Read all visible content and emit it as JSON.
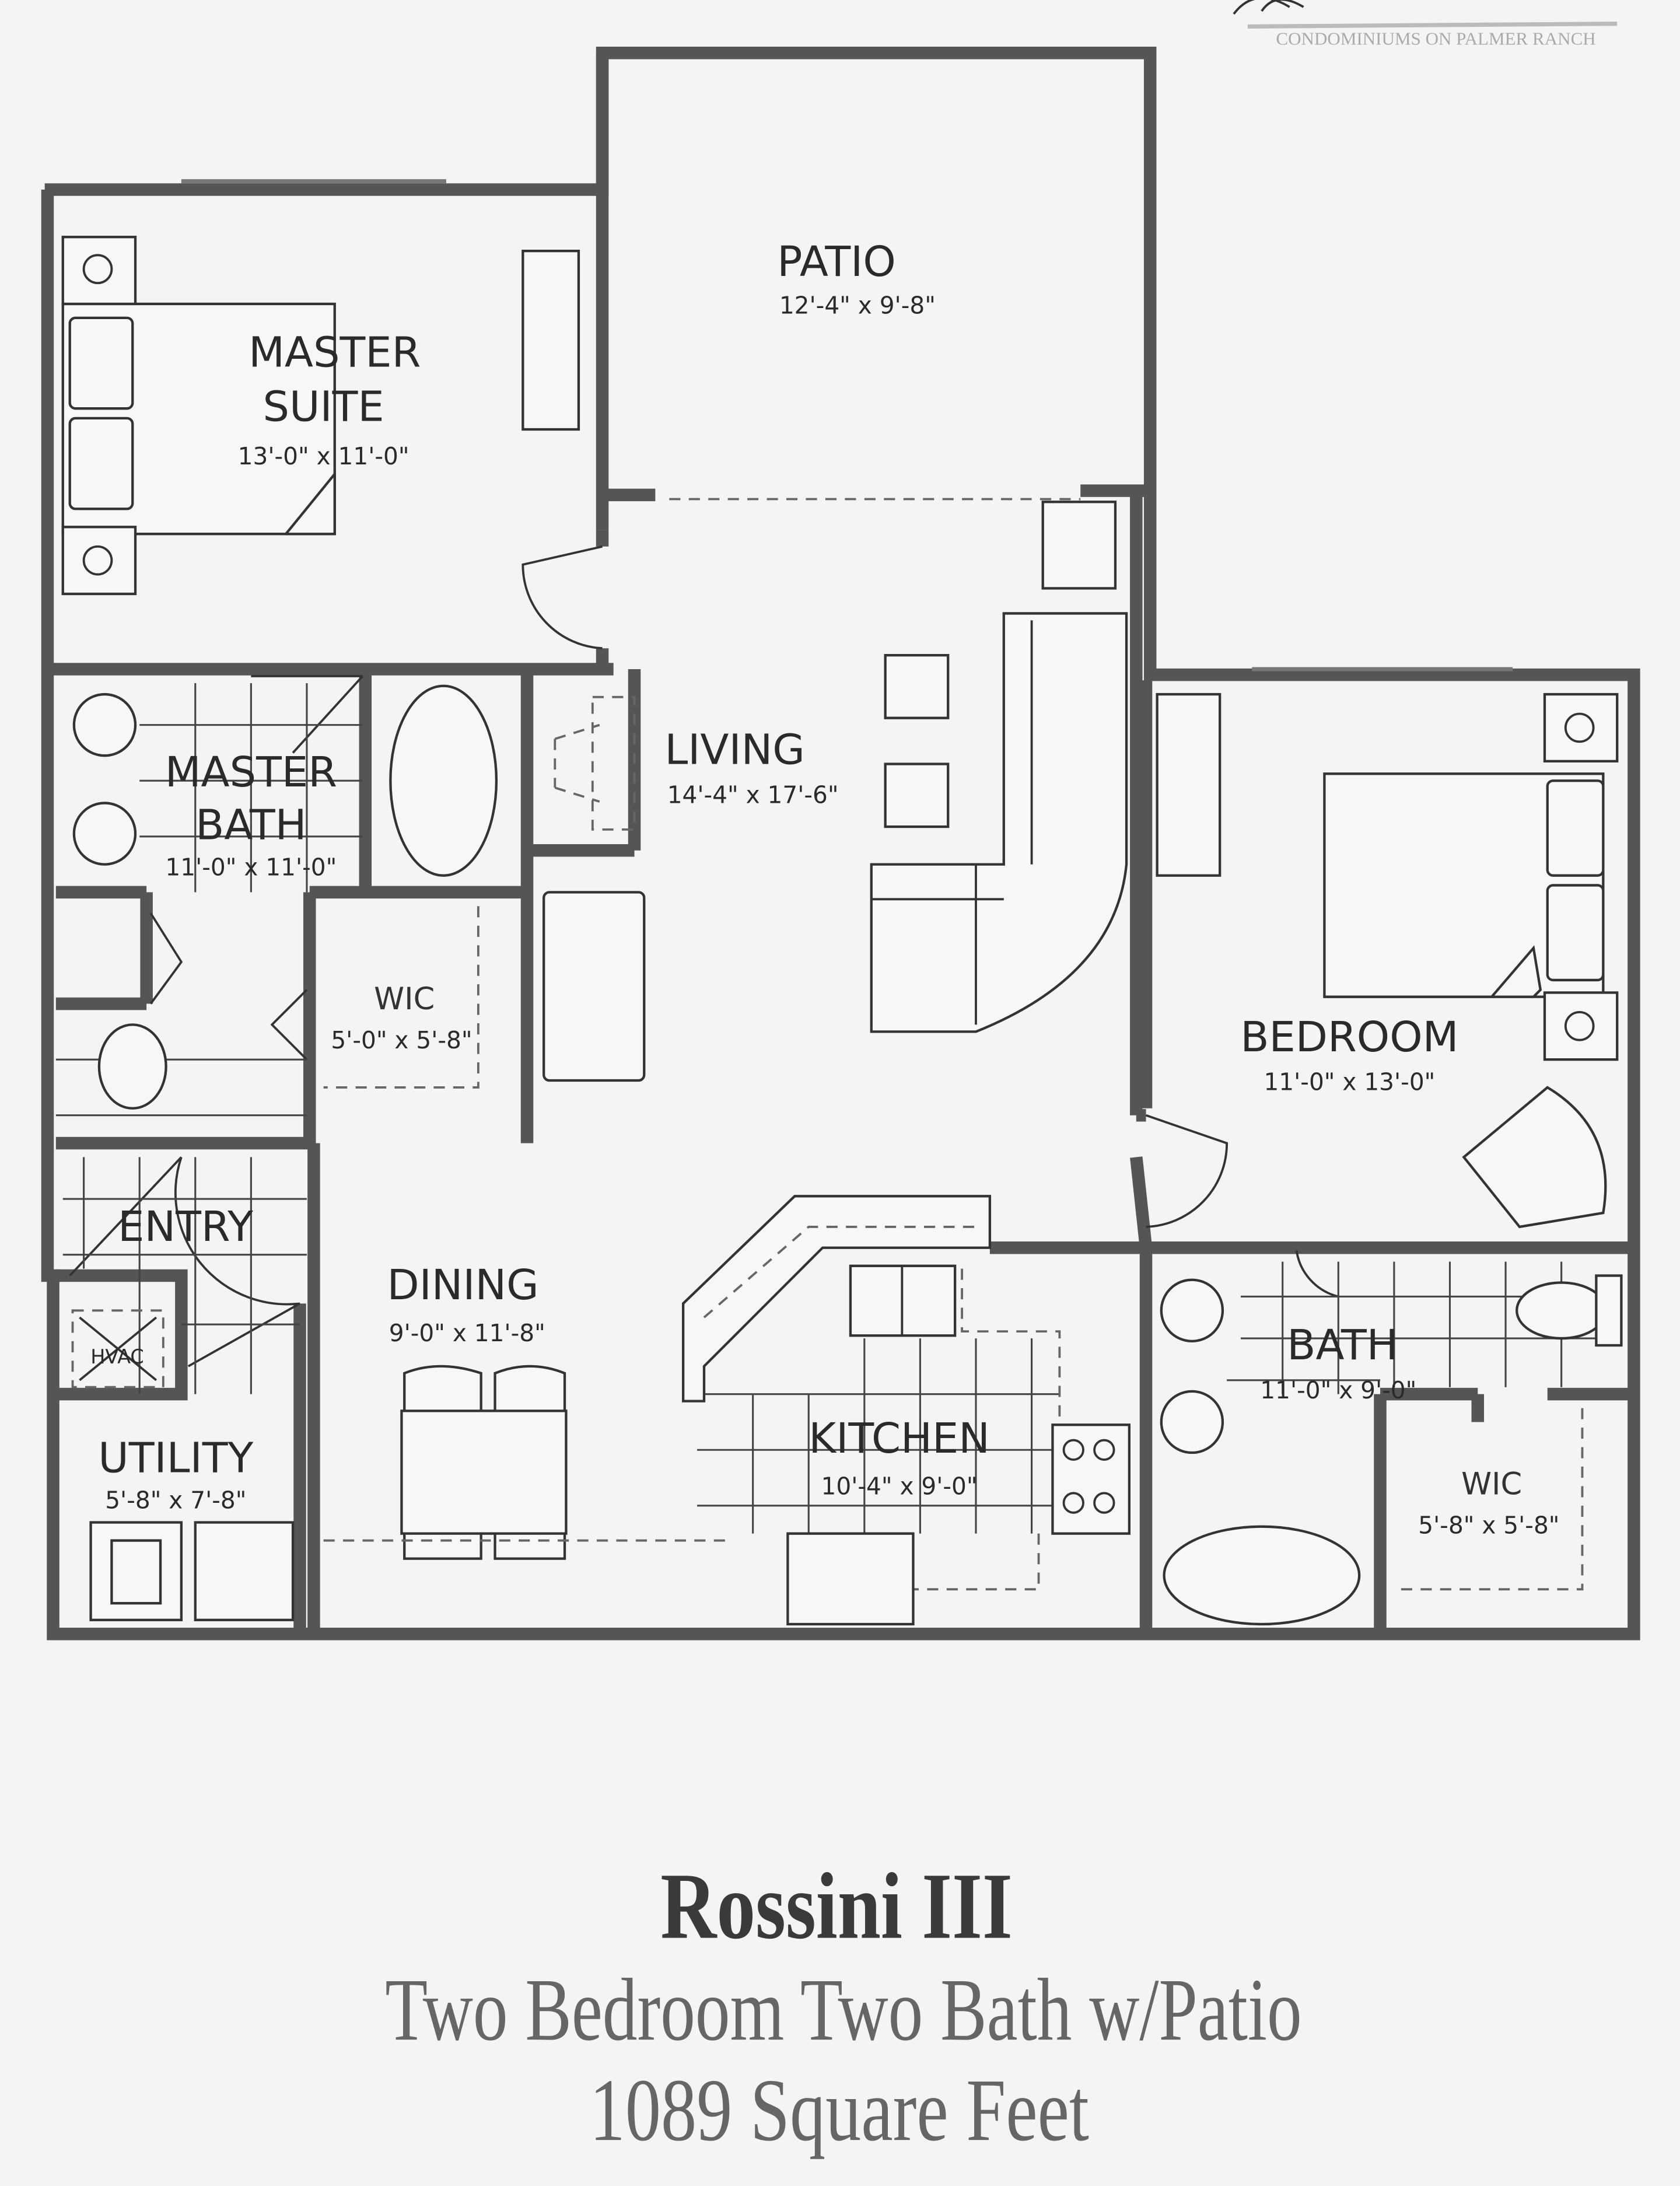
{
  "logo": {
    "subtitle": "CONDOMINIUMS ON PALMER RANCH"
  },
  "rooms": {
    "patio": {
      "name": "PATIO",
      "dims": "12'-4\" x 9'-8\""
    },
    "master_suite": {
      "name_line1": "MASTER",
      "name_line2": "SUITE",
      "dims": "13'-0\" x 11'-0\""
    },
    "living": {
      "name": "LIVING",
      "dims": "14'-4\" x 17'-6\""
    },
    "master_bath": {
      "name_line1": "MASTER",
      "name_line2": "BATH",
      "dims": "11'-0\" x 11'-0\""
    },
    "master_wic": {
      "name": "WIC",
      "dims": "5'-0\" x 5'-8\""
    },
    "bedroom": {
      "name": "BEDROOM",
      "dims": "11'-0\" x 13'-0\""
    },
    "entry": {
      "name": "ENTRY"
    },
    "hvac": {
      "name": "HVAC"
    },
    "utility": {
      "name": "UTILITY",
      "dims": "5'-8\" x 7'-8\""
    },
    "dining": {
      "name": "DINING",
      "dims": "9'-0\" x 11'-8\""
    },
    "kitchen": {
      "name": "KITCHEN",
      "dims": "10'-4\" x 9'-0\""
    },
    "bath": {
      "name": "BATH",
      "dims": "11'-0\" x 9'-0\""
    },
    "bedroom_wic": {
      "name": "WIC",
      "dims": "5'-8\" x 5'-8\""
    }
  },
  "plan": {
    "name": "Rossini III",
    "type": "Two Bedroom Two Bath w/Patio",
    "area": "1089 Square Feet"
  }
}
